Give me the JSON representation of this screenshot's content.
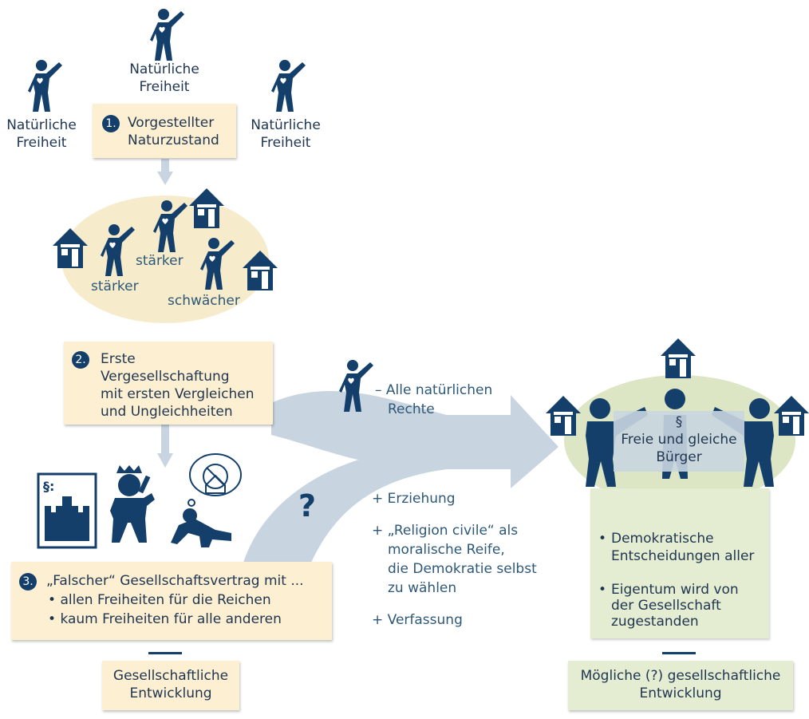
{
  "colors": {
    "figure": "#143f6b",
    "arrow": "#c8d5e0",
    "ellipse_beige": "#f6ebcb",
    "ellipse_green": "#dde6c4",
    "box_beige": "#fcefd2",
    "box_green": "#e4ecd2"
  },
  "state_of_nature": {
    "label_top": "Natürliche Freiheit",
    "label_left": "Natürliche Freiheit",
    "label_right": "Natürliche Freiheit",
    "step_number": "1.",
    "box_text": "Vorgestellter Naturzustand"
  },
  "first_society": {
    "labels": [
      "stärker",
      "stärker",
      "schwächer"
    ],
    "step_number": "2.",
    "box_lines": [
      "Erste",
      "Vergesellschaftung",
      "mit ersten Vergleichen",
      "und Ungleichheiten"
    ]
  },
  "false_contract": {
    "doc_symbol": "§:",
    "step_number": "3.",
    "box_title": "„Falscher“ Gesellschaftsvertrag mit ...",
    "bullets": [
      "allen Freiheiten für die Reichen",
      "kaum Freiheiten für alle anderen"
    ]
  },
  "transition": {
    "minus_items": [
      "–  Alle natürlichen",
      "Rechte"
    ],
    "question": "?",
    "plus_items": [
      "+ Erziehung",
      "+ „Religion civile“ als",
      "moralische Reife,",
      "die Demokratie selbst",
      "zu wählen",
      "+ Verfassung"
    ]
  },
  "ideal": {
    "symbol": "§",
    "citizens_lines": [
      "Freie und gleiche",
      "Bürger"
    ],
    "bullets": [
      [
        "Demokratische",
        "Entscheidungen aller"
      ],
      [
        "Eigentum wird von",
        "der Gesellschaft",
        "zugestanden"
      ]
    ]
  },
  "footer": {
    "left_lines": [
      "Gesellschaftliche",
      "Entwicklung"
    ],
    "right_lines": [
      "Mögliche (?) gesellschaftliche",
      "Entwicklung"
    ]
  }
}
